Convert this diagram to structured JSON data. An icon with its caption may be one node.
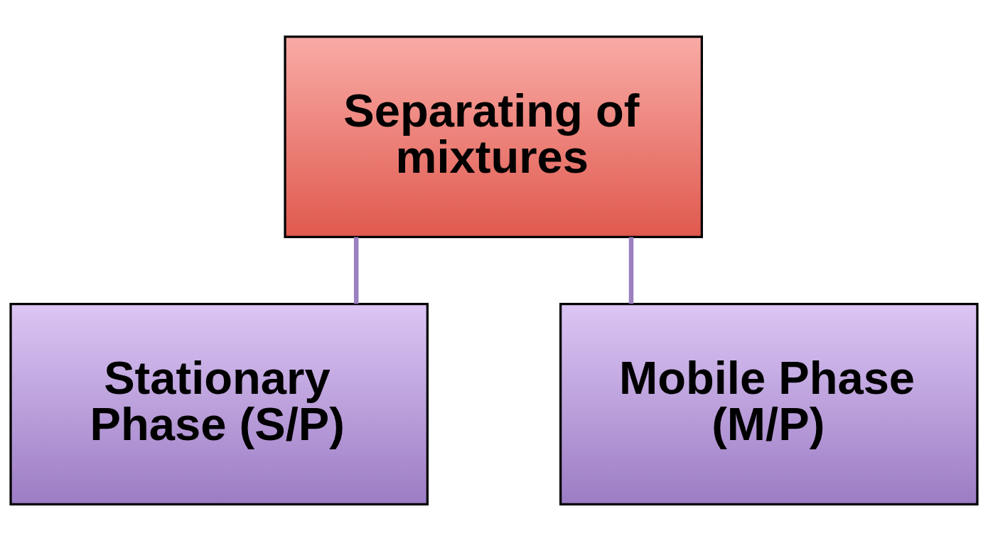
{
  "diagram": {
    "nodes": [
      {
        "text": [
          "Separating of mixtures"
        ]
      },
      {
        "text": [
          "Stationary Phase (S/P)"
        ]
      },
      {
        "text": [
          "Mobile Phase (M/P)"
        ]
      }
    ],
    "edges": [
      {
        "from": 0,
        "to": 1,
        "arrow": "none"
      },
      {
        "from": 0,
        "to": 2,
        "arrow": "none"
      }
    ]
  }
}
